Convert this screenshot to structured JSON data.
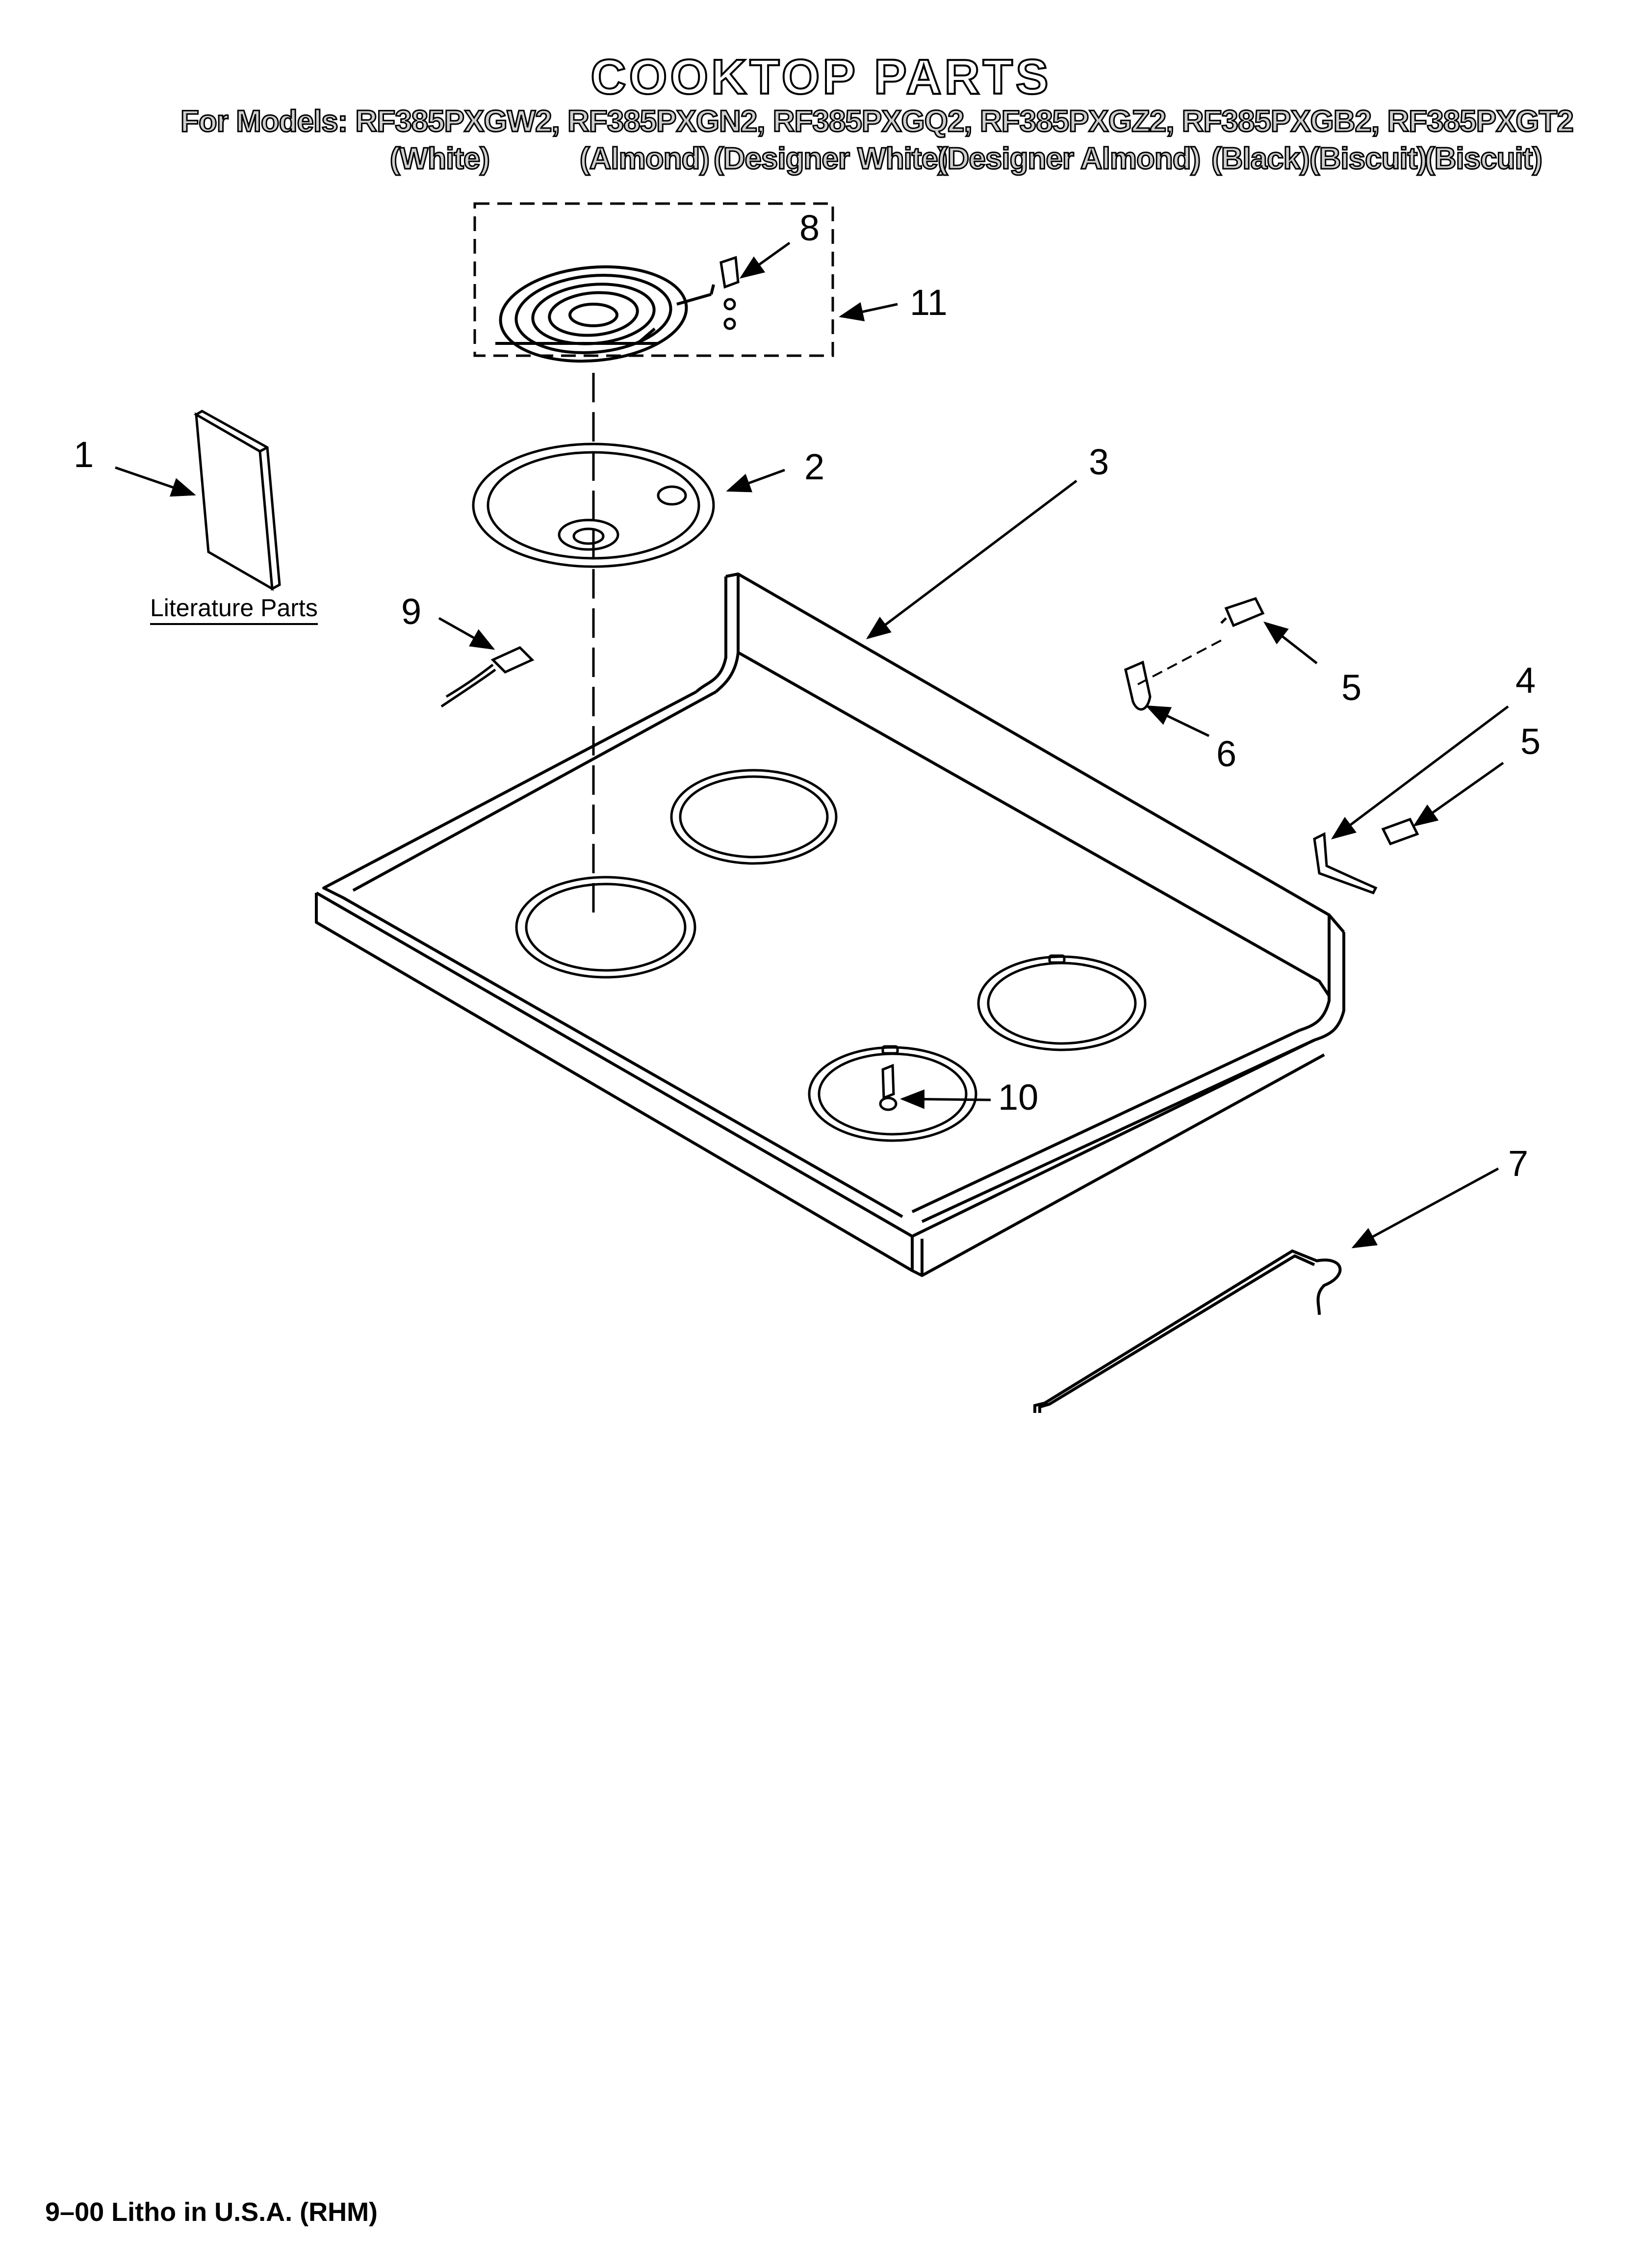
{
  "header": {
    "title": "COOKTOP PARTS",
    "models_line": "For Models: RF385PXGW2, RF385PXGN2, RF385PXGQ2, RF385PXGZ2, RF385PXGB2, RF385PXGT2",
    "colors": [
      "(White)",
      "(Almond)",
      "(Designer White)",
      "(Designer Almond)",
      "(Black)",
      "(Biscuit)",
      "(Biscuit)"
    ]
  },
  "literature_label": "Literature Parts",
  "callouts": [
    "1",
    "2",
    "3",
    "4",
    "5",
    "5",
    "6",
    "7",
    "8",
    "9",
    "10",
    "11"
  ],
  "footer": "9–00 Litho in U.S.A. (RHM)"
}
